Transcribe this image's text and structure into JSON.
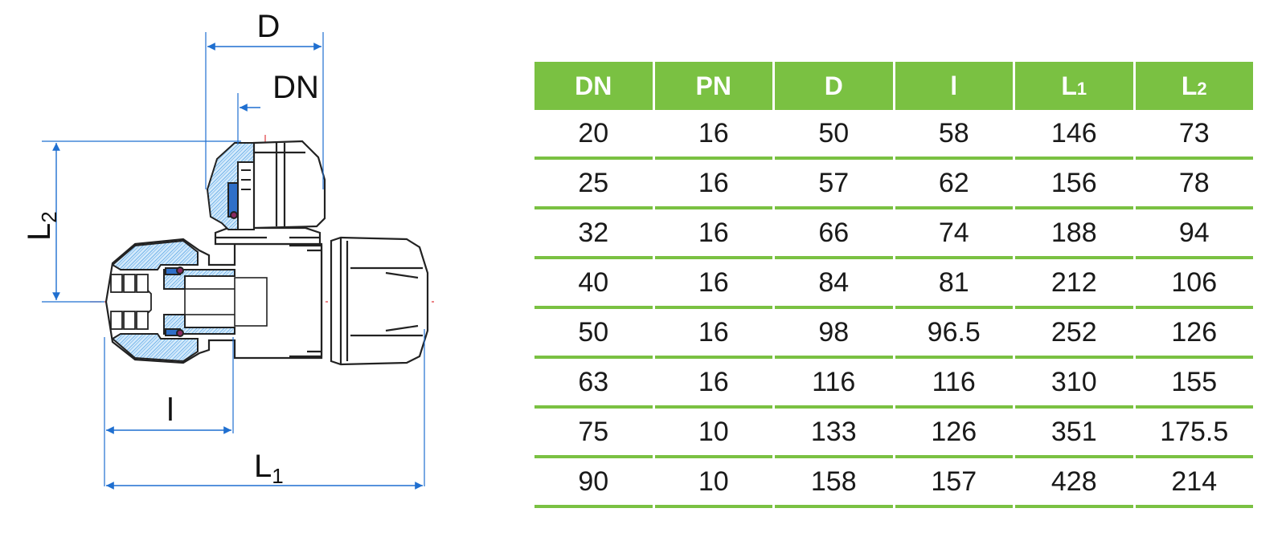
{
  "colors": {
    "header_bg": "#7ac142",
    "row_line": "#7ac142",
    "dimension_line": "#1f6fd0",
    "hatch": "#8fc4ef",
    "body": "#222222"
  },
  "diagram": {
    "dim_D": "D",
    "dim_DN": "DN",
    "dim_L2": {
      "base": "L",
      "sub": "2"
    },
    "dim_l": "l",
    "dim_L1": {
      "base": "L",
      "sub": "1"
    }
  },
  "table": {
    "headers": [
      {
        "base": "DN",
        "sub": ""
      },
      {
        "base": "PN",
        "sub": ""
      },
      {
        "base": "D",
        "sub": ""
      },
      {
        "base": "l",
        "sub": ""
      },
      {
        "base": "L",
        "sub": "1"
      },
      {
        "base": "L",
        "sub": "2"
      }
    ],
    "rows": [
      [
        "20",
        "16",
        "50",
        "58",
        "146",
        "73"
      ],
      [
        "25",
        "16",
        "57",
        "62",
        "156",
        "78"
      ],
      [
        "32",
        "16",
        "66",
        "74",
        "188",
        "94"
      ],
      [
        "40",
        "16",
        "84",
        "81",
        "212",
        "106"
      ],
      [
        "50",
        "16",
        "98",
        "96.5",
        "252",
        "126"
      ],
      [
        "63",
        "16",
        "116",
        "116",
        "310",
        "155"
      ],
      [
        "75",
        "10",
        "133",
        "126",
        "351",
        "175.5"
      ],
      [
        "90",
        "10",
        "158",
        "157",
        "428",
        "214"
      ]
    ]
  }
}
